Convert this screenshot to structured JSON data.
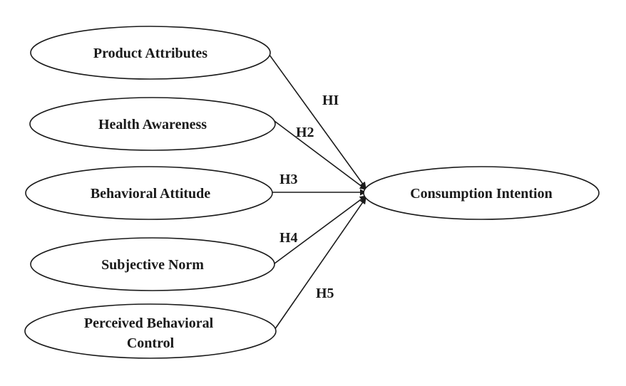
{
  "diagram": {
    "sources": [
      {
        "id": "product",
        "label": "Product Attributes",
        "hypothesis": "HI"
      },
      {
        "id": "health",
        "label": "Health Awareness",
        "hypothesis": "H2"
      },
      {
        "id": "attitude",
        "label": "Behavioral Attitude",
        "hypothesis": "H3"
      },
      {
        "id": "norm",
        "label": "Subjective Norm",
        "hypothesis": "H4"
      },
      {
        "id": "control",
        "label_lines": [
          "Perceived Behavioral",
          "Control"
        ],
        "hypothesis": "H5"
      }
    ],
    "target": {
      "id": "intention",
      "label": "Consumption Intention"
    }
  },
  "colors": {
    "stroke": "#1a1a1a",
    "fill": "#ffffff"
  }
}
